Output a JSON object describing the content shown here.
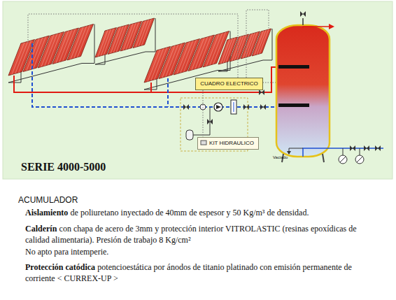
{
  "diagram": {
    "title": "SERIE 4000-5000",
    "nodes": [
      {
        "text": [
          "CUADRO ELECTRICO"
        ]
      },
      {
        "text": [
          "KIT HIDRAULICO"
        ]
      }
    ],
    "edges": [
      {
        "from": 0,
        "to": 1,
        "arrow": "none"
      }
    ],
    "labels": [
      "Vaciado",
      "ACUMULADOR",
      "Aislamiento",
      "de poliuretano inyectado de 40mm de espesor y 50 Kg/m³ de densidad.",
      "Calderín",
      "con chapa de acero de 3mm y protección interior VITROLASTIC (resinas epoxídicas de calidad alimentaria). Presión de trabajo 8 Kg/cm²",
      "No apto para intemperie.",
      "Protección catódica",
      "potencioestática por ánodos de titanio platinado con emisión permanente de corriente < CURREX-UP >"
    ]
  }
}
